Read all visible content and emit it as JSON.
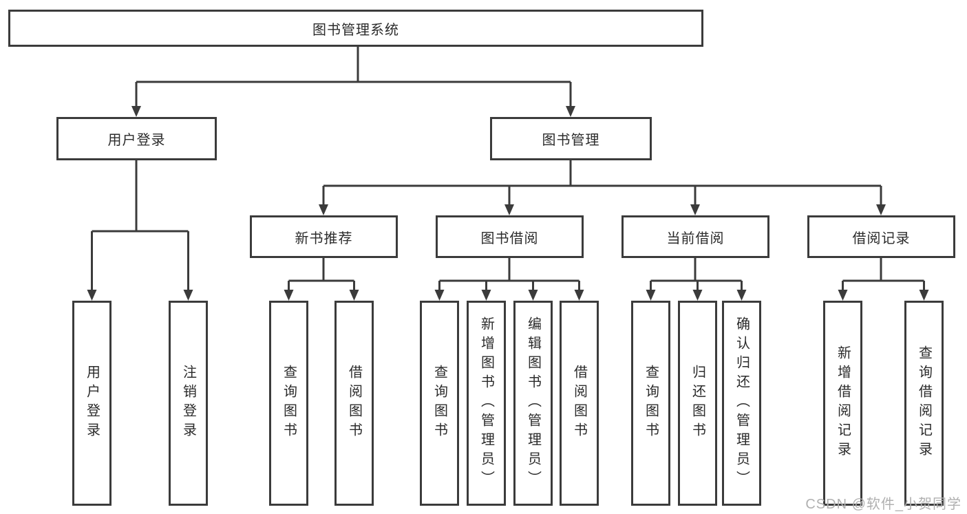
{
  "diagram": {
    "type": "hierarchy-tree",
    "colors": {
      "line": "#3b3b3b",
      "box_border": "#3b3b3b",
      "text": "#2b2b2b",
      "watermark_text": "#b0b0b0",
      "background": "#ffffff"
    },
    "tree": {
      "label": "图书管理系统",
      "children": [
        {
          "label": "用户登录",
          "children": [
            {
              "label": "用户登录"
            },
            {
              "label": "注销登录"
            }
          ]
        },
        {
          "label": "图书管理",
          "children": [
            {
              "label": "新书推荐",
              "children": [
                {
                  "label": "查询图书"
                },
                {
                  "label": "借阅图书"
                }
              ]
            },
            {
              "label": "图书借阅",
              "children": [
                {
                  "label": "查询图书"
                },
                {
                  "label": "新增图书（管理员）"
                },
                {
                  "label": "编辑图书（管理员）"
                },
                {
                  "label": "借阅图书"
                }
              ]
            },
            {
              "label": "当前借阅",
              "children": [
                {
                  "label": "查询图书"
                },
                {
                  "label": "归还图书"
                },
                {
                  "label": "确认归还（管理员）"
                }
              ]
            },
            {
              "label": "借阅记录",
              "children": [
                {
                  "label": "新增借阅记录"
                },
                {
                  "label": "查询借阅记录"
                }
              ]
            }
          ]
        }
      ]
    },
    "watermark": {
      "text": "CSDN @软件_小贺同学"
    }
  }
}
